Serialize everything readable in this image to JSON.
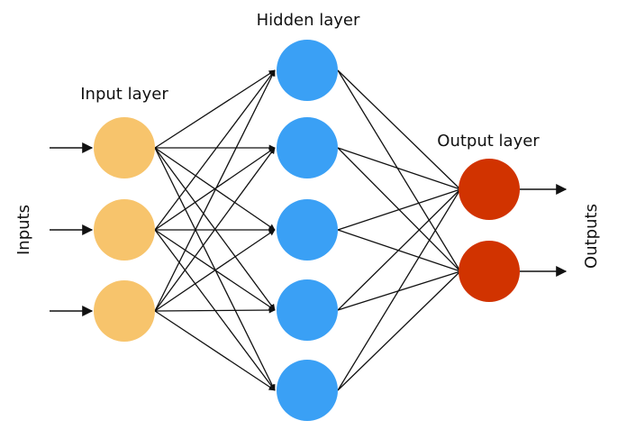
{
  "labels": {
    "input_layer": "Input layer",
    "hidden_layer": "Hidden layer",
    "output_layer": "Output layer",
    "inputs": "Inputs",
    "outputs": "Outputs"
  },
  "colors": {
    "input_node": "#F7C46C",
    "hidden_node": "#3AA0F5",
    "output_node": "#D13300",
    "edge": "#111111"
  },
  "network": {
    "input_count": 3,
    "hidden_count": 5,
    "output_count": 2
  }
}
